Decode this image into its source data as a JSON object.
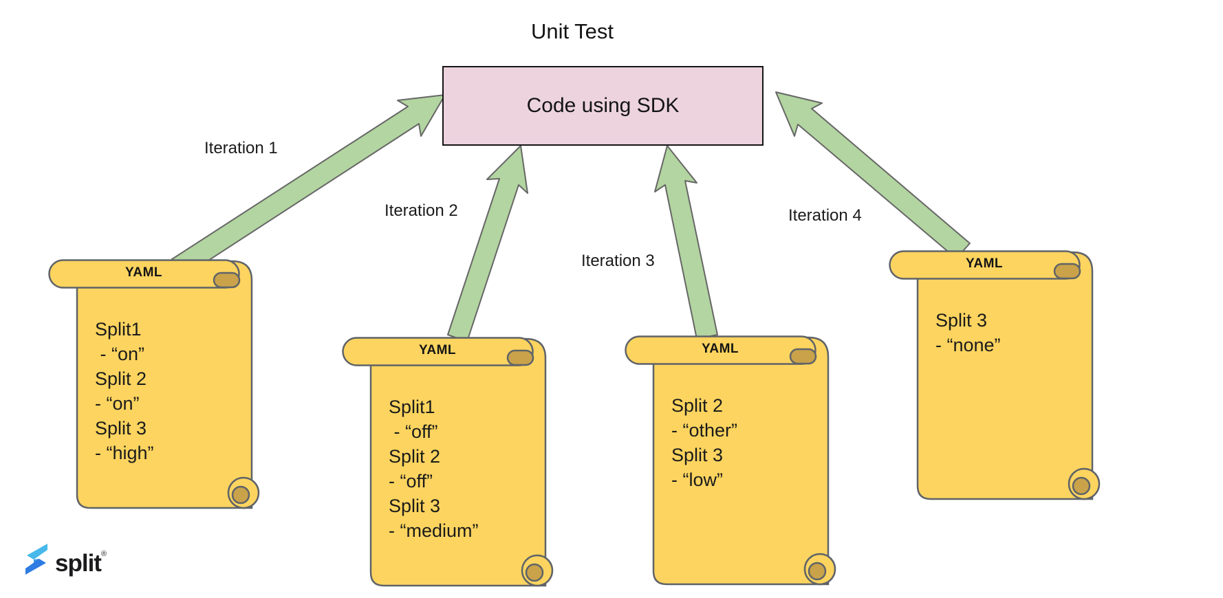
{
  "title": "Unit Test",
  "sdk_box": {
    "label": "Code using SDK"
  },
  "arrows": [
    {
      "label": "Iteration 1"
    },
    {
      "label": "Iteration 2"
    },
    {
      "label": "Iteration 3"
    },
    {
      "label": "Iteration 4"
    }
  ],
  "scrolls": [
    {
      "header": "YAML",
      "body": "Split1\n - “on”\nSplit 2\n- “on”\nSplit 3\n- “high”"
    },
    {
      "header": "YAML",
      "body": "Split1\n - “off”\nSplit 2\n- “off”\nSplit 3\n- “medium”"
    },
    {
      "header": "YAML",
      "body": "Split 2\n- “other”\nSplit 3\n- “low”"
    },
    {
      "header": "YAML",
      "body": "Split 3\n- “none”"
    }
  ],
  "logo": {
    "text": "split",
    "registered_mark": "®"
  },
  "colors": {
    "box_fill": "#ecd3de",
    "box_border": "#141414",
    "arrow_fill": "#b3d5a1",
    "arrow_stroke": "#666666",
    "scroll_fill": "#fcd45f",
    "scroll_curl": "#c9a24a",
    "scroll_stroke": "#5f6368",
    "logo_light_blue": "#47b8ea",
    "logo_dark_blue": "#2e7ce2"
  }
}
